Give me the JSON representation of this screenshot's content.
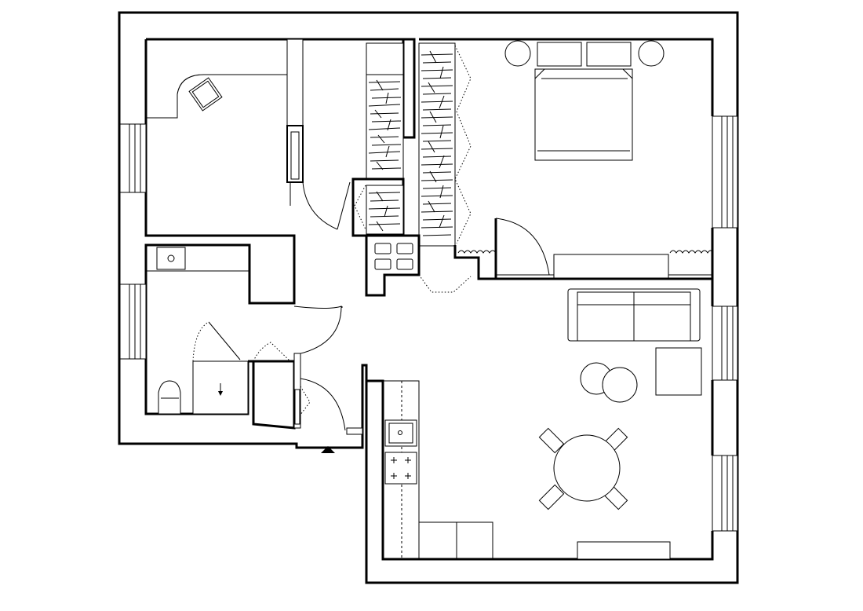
{
  "plan": {
    "rooms": [
      "study",
      "bedroom",
      "bathroom",
      "hallway",
      "living-kitchen"
    ],
    "icons": [
      "armchair-icon",
      "bed-icon",
      "wardrobe-icon",
      "washbasin-icon",
      "toilet-icon",
      "shower-icon",
      "sofa-icon",
      "dining-table-icon",
      "stove-icon",
      "kitchen-sink-icon",
      "entrance-arrow-icon"
    ],
    "colors": {
      "line": "#000000",
      "background": "#ffffff"
    }
  }
}
